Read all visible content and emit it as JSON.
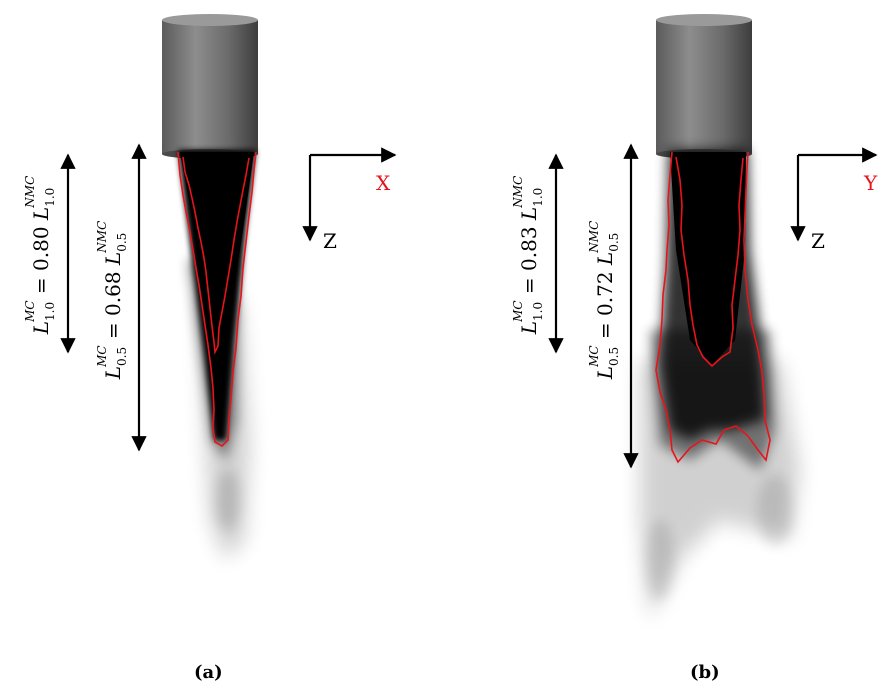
{
  "figure": {
    "panels": [
      {
        "id": "a",
        "label": "(a)",
        "axis_horizontal": "X",
        "axis_vertical": "Z",
        "measure_outer": {
          "L": "L",
          "sub": "0.5",
          "sup": "MC",
          "eq": " = 0.68 ",
          "L2": "L",
          "sub2": "0.5",
          "sup2": "NMC"
        },
        "measure_inner": {
          "L": "L",
          "sub": "1.0",
          "sup": "MC",
          "eq": " = 0.80 ",
          "L2": "L",
          "sub2": "1.0",
          "sup2": "NMC"
        }
      },
      {
        "id": "b",
        "label": "(b)",
        "axis_horizontal": "Y",
        "axis_vertical": "Z",
        "measure_outer": {
          "L": "L",
          "sub": "0.5",
          "sup": "MC",
          "eq": " = 0.72 ",
          "L2": "L",
          "sub2": "0.5",
          "sup2": "NMC"
        },
        "measure_inner": {
          "L": "L",
          "sub": "1.0",
          "sup": "MC",
          "eq": " = 0.83 ",
          "L2": "L",
          "sub2": "1.0",
          "sup2": "NMC"
        }
      }
    ],
    "colors": {
      "nozzle_dark": "#3a3a3a",
      "nozzle_light": "#8c8c8c",
      "spray_core": "#000000",
      "contour": "#e8141b",
      "axis_horizontal_label": "#e8141b",
      "axis_vertical_label": "#000000",
      "arrows": "#000000"
    }
  }
}
